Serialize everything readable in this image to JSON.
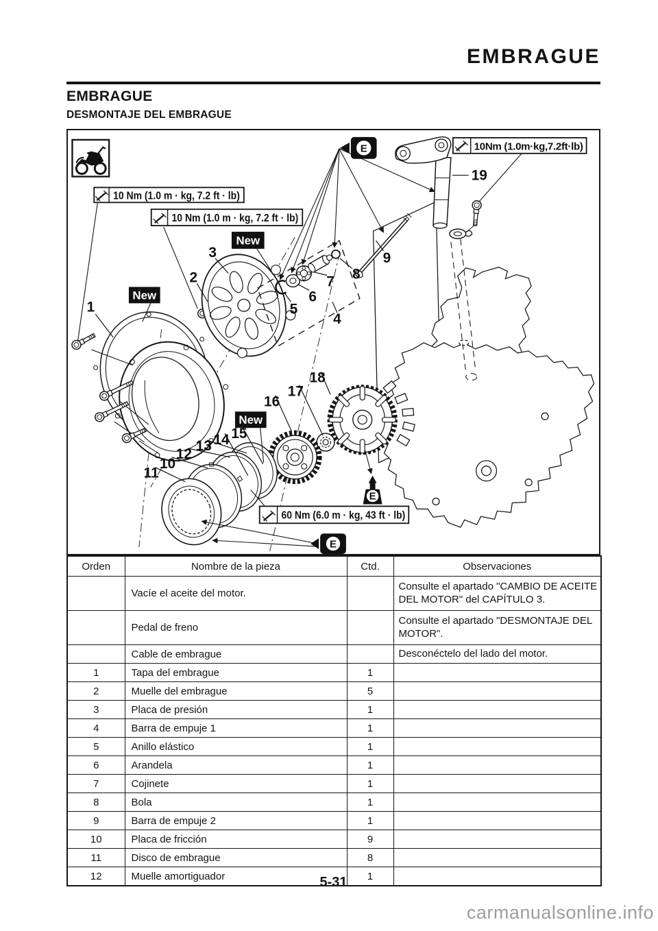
{
  "page": {
    "header_title": "EMBRAGUE",
    "section_title": "EMBRAGUE",
    "subsection_title": "DESMONTAJE DEL EMBRAGUE",
    "page_number": "5-31",
    "watermark": "carmanualsonline.info"
  },
  "diagram": {
    "new_label": "New",
    "oil_symbol_letter": "E",
    "callouts": {
      "torque_cover_bolt_1": "10 Nm (1.0 m · kg, 7.2 ft · lb)",
      "torque_cover_bolt_2": "10 Nm (1.0 m · kg, 7.2 ft · lb)",
      "torque_lever_bolt": "10Nm (1.0m·kg,7.2ft·lb)",
      "torque_hub_nut": "60 Nm (6.0 m · kg, 43 ft · lb)"
    },
    "part_numbers": [
      "1",
      "2",
      "3",
      "4",
      "5",
      "6",
      "7",
      "8",
      "9",
      "10",
      "11",
      "12",
      "13",
      "14",
      "15",
      "16",
      "17",
      "18",
      "19"
    ]
  },
  "table": {
    "headers": [
      "Orden",
      "Nombre de la pieza",
      "Ctd.",
      "Observaciones"
    ],
    "rows": [
      {
        "orden": "",
        "nombre": "Vacíe el aceite del motor.",
        "ctd": "",
        "observaciones": "Consulte el apartado \"CAMBIO DE ACEITE DEL MOTOR\" del CAPÍTULO 3."
      },
      {
        "orden": "",
        "nombre": "Pedal de freno",
        "ctd": "",
        "observaciones": "Consulte el apartado \"DESMONTAJE DEL MOTOR\"."
      },
      {
        "orden": "",
        "nombre": "Cable de embrague",
        "ctd": "",
        "observaciones": "Desconéctelo del lado del motor."
      },
      {
        "orden": "1",
        "nombre": "Tapa del embrague",
        "ctd": "1",
        "observaciones": ""
      },
      {
        "orden": "2",
        "nombre": "Muelle del embrague",
        "ctd": "5",
        "observaciones": ""
      },
      {
        "orden": "3",
        "nombre": "Placa de presión",
        "ctd": "1",
        "observaciones": ""
      },
      {
        "orden": "4",
        "nombre": "Barra de empuje 1",
        "ctd": "1",
        "observaciones": ""
      },
      {
        "orden": "5",
        "nombre": "Anillo elástico",
        "ctd": "1",
        "observaciones": ""
      },
      {
        "orden": "6",
        "nombre": "Arandela",
        "ctd": "1",
        "observaciones": ""
      },
      {
        "orden": "7",
        "nombre": "Cojinete",
        "ctd": "1",
        "observaciones": ""
      },
      {
        "orden": "8",
        "nombre": "Bola",
        "ctd": "1",
        "observaciones": ""
      },
      {
        "orden": "9",
        "nombre": "Barra de empuje 2",
        "ctd": "1",
        "observaciones": ""
      },
      {
        "orden": "10",
        "nombre": "Placa de fricción",
        "ctd": "9",
        "observaciones": ""
      },
      {
        "orden": "11",
        "nombre": "Disco de embrague",
        "ctd": "8",
        "observaciones": ""
      },
      {
        "orden": "12",
        "nombre": "Muelle amortiguador",
        "ctd": "1",
        "observaciones": ""
      }
    ]
  }
}
